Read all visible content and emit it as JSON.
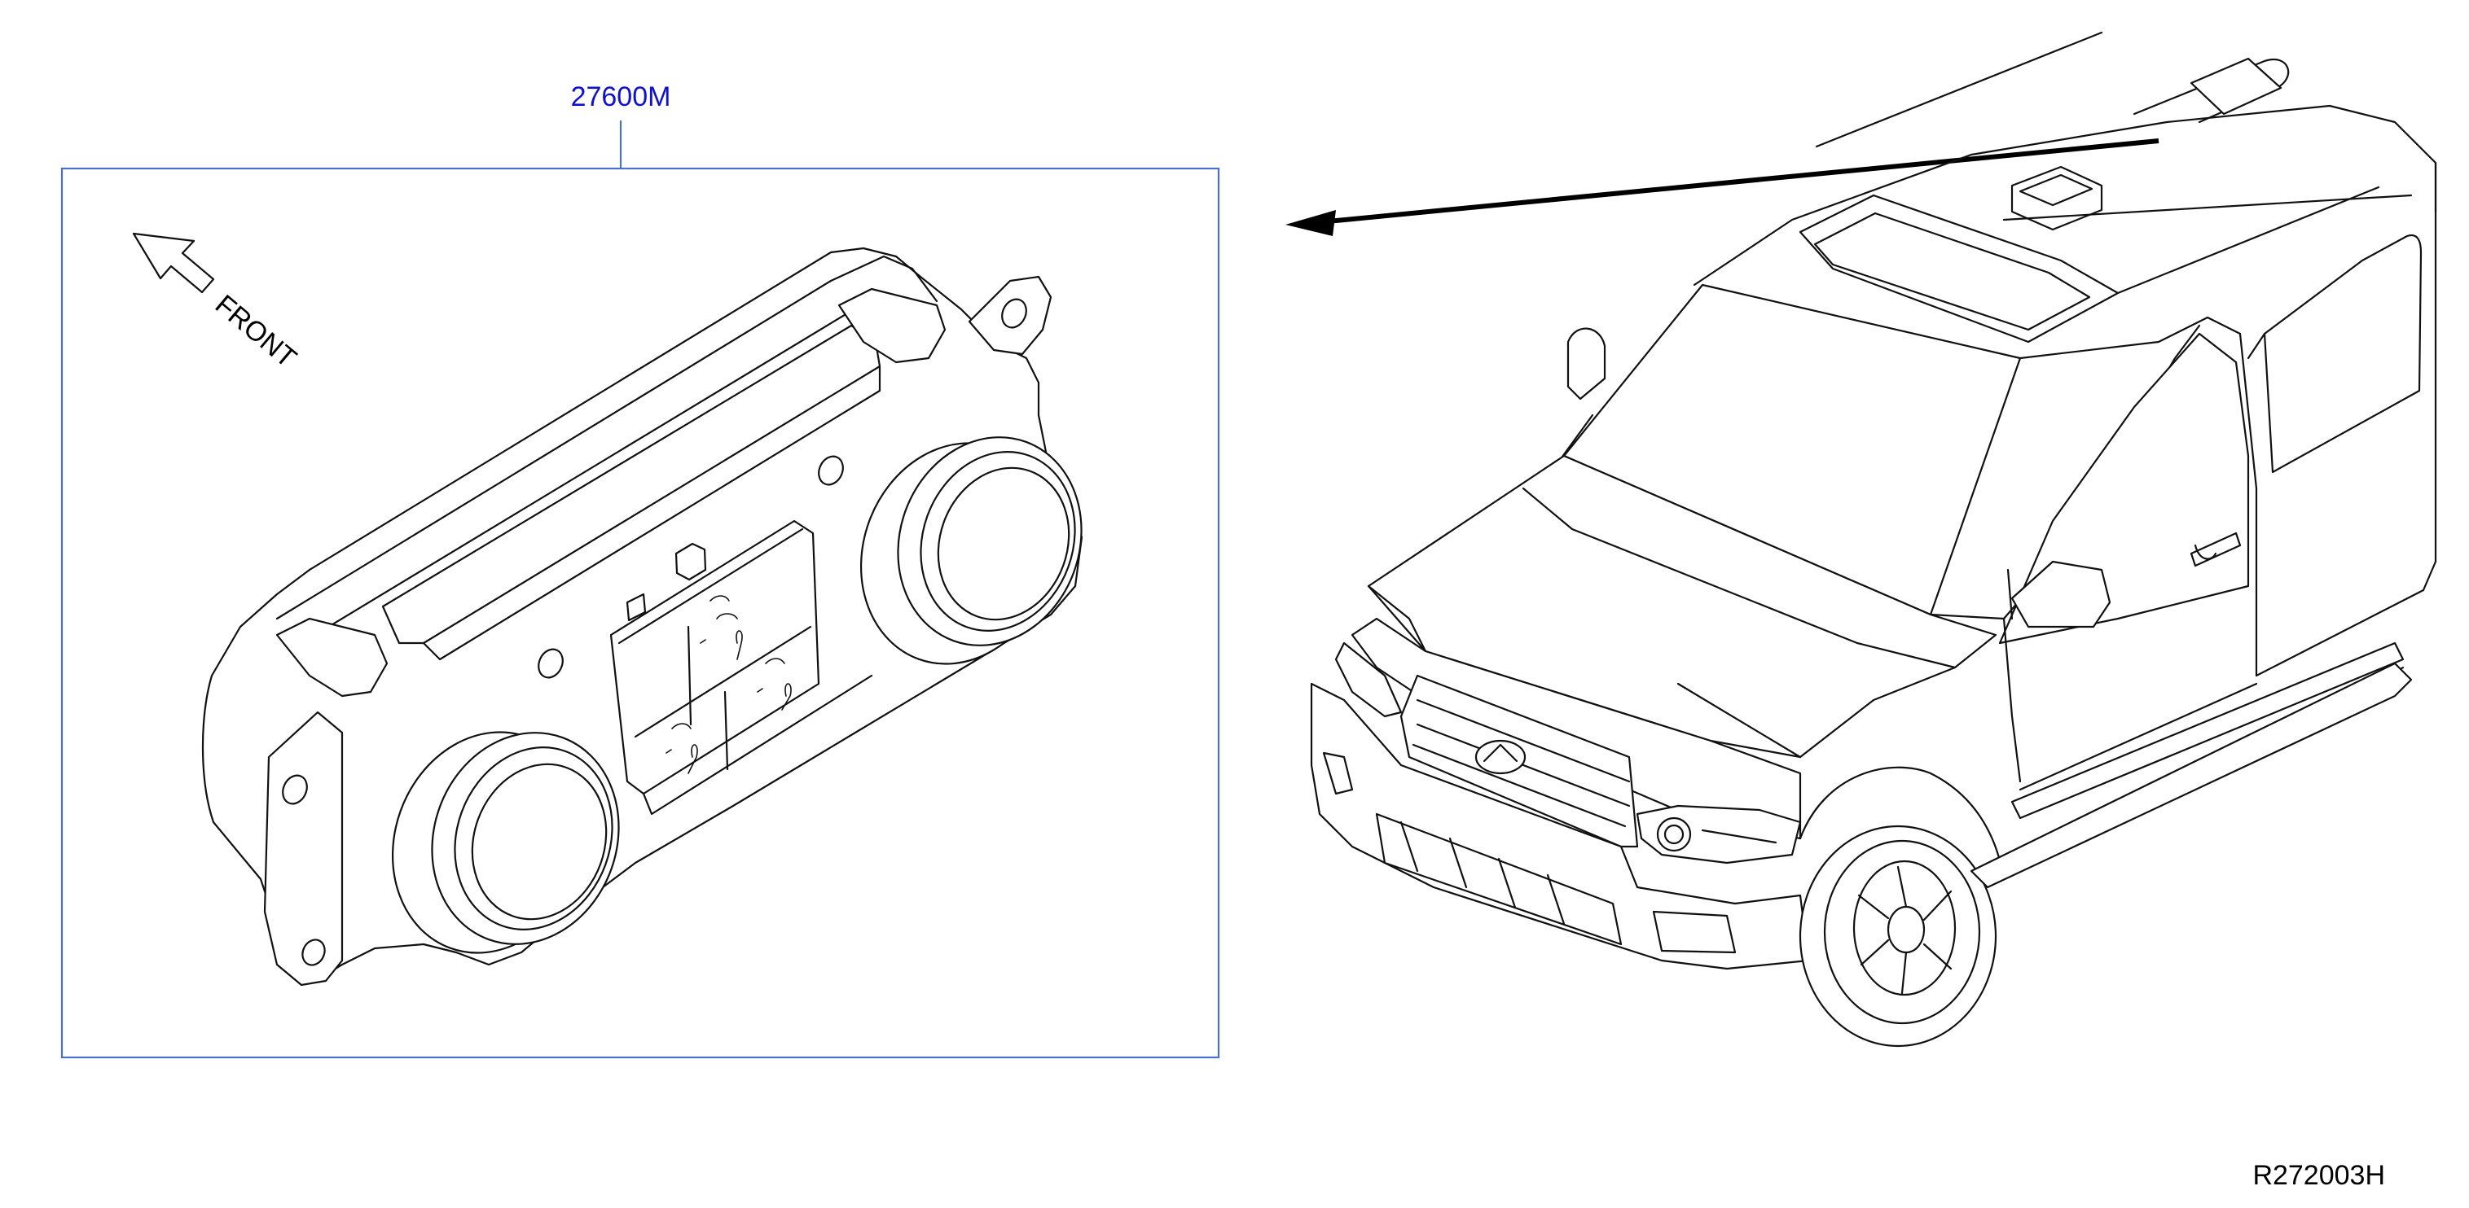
{
  "callouts": {
    "part_number": "27600M",
    "front_direction": "FRONT",
    "reference_code": "R272003H"
  },
  "colors": {
    "callout_line": "#4a72c8",
    "part_number_text": "#1010d0",
    "drawing_lines": "#111111",
    "background": "#ffffff"
  },
  "icons": {
    "front_arrow": "hollow-arrow-up-left",
    "vehicle": "suv-line-drawing",
    "part": "climate-control-panel-line-drawing"
  }
}
